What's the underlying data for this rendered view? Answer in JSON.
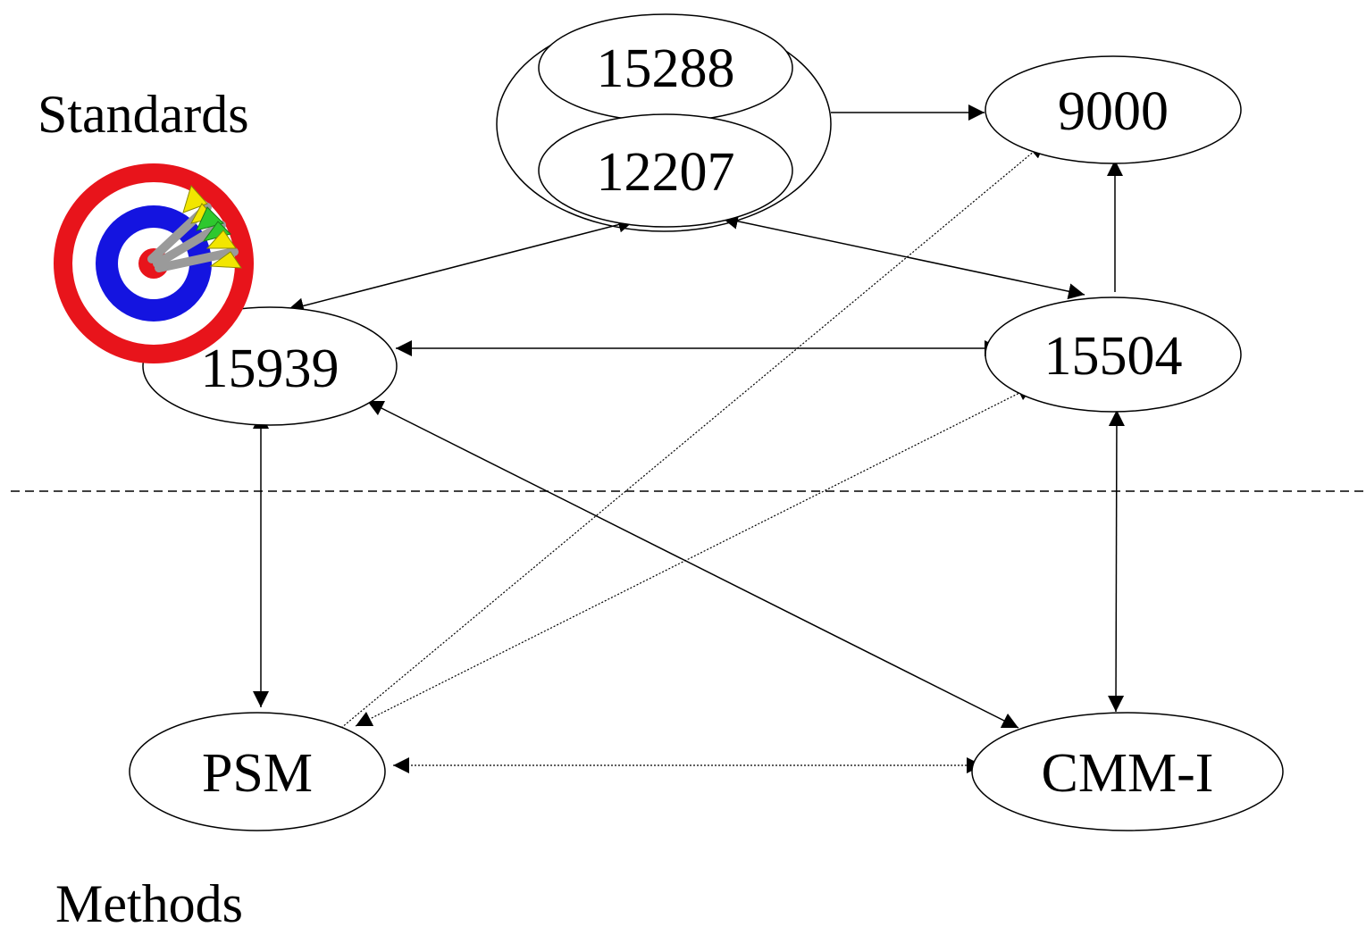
{
  "regions": {
    "top": "Standards",
    "bottom": "Methods"
  },
  "nodes": {
    "n15288": "15288",
    "n12207": "12207",
    "n9000": "9000",
    "n15939": "15939",
    "n15504": "15504",
    "psm": "PSM",
    "cmmi": "CMM-I"
  },
  "edges": [
    {
      "from": "12207",
      "to": "15939",
      "style": "solid",
      "direction": "both"
    },
    {
      "from": "12207",
      "to": "15504",
      "style": "solid",
      "direction": "both"
    },
    {
      "from": "15288/12207",
      "to": "9000",
      "style": "solid",
      "direction": "forward"
    },
    {
      "from": "15504",
      "to": "9000",
      "style": "solid",
      "direction": "forward"
    },
    {
      "from": "15939",
      "to": "15504",
      "style": "solid",
      "direction": "both"
    },
    {
      "from": "15939",
      "to": "PSM",
      "style": "solid",
      "direction": "both"
    },
    {
      "from": "15939",
      "to": "CMM-I",
      "style": "solid",
      "direction": "both"
    },
    {
      "from": "15504",
      "to": "CMM-I",
      "style": "solid",
      "direction": "both"
    },
    {
      "from": "PSM",
      "to": "CMM-I",
      "style": "dotted",
      "direction": "both"
    },
    {
      "from": "PSM",
      "to": "9000",
      "style": "dotted",
      "direction": "forward"
    },
    {
      "from": "PSM",
      "to": "15504",
      "style": "dotted",
      "direction": "both"
    }
  ],
  "icons": [
    "target-icon"
  ],
  "colors": {
    "target_red": "#e8141b",
    "target_blue": "#1414e0",
    "dart_yellow": "#f2e600",
    "dart_green": "#2ec82e",
    "dart_gray": "#9a9a9a"
  }
}
